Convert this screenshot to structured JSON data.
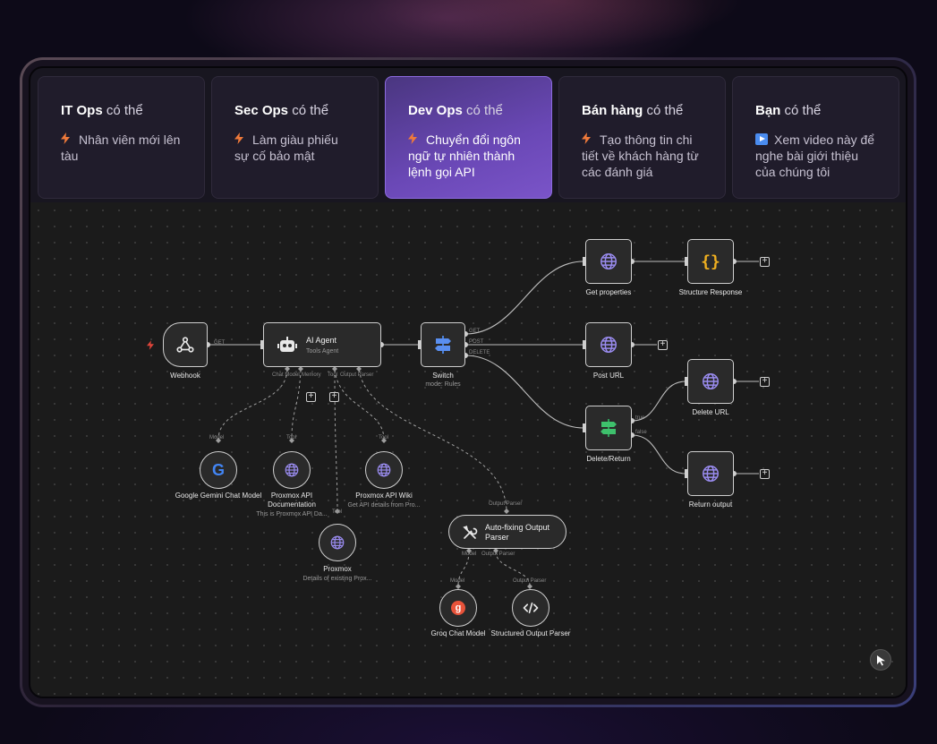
{
  "tabs": [
    {
      "title_bold": "IT Ops",
      "title_rest": " có thể",
      "icon": "lightning-icon",
      "desc": "Nhân viên mới lên tàu"
    },
    {
      "title_bold": "Sec Ops",
      "title_rest": " có thể",
      "icon": "lightning-icon",
      "desc": "Làm giàu phiếu sự cố bảo mật"
    },
    {
      "title_bold": "Dev Ops",
      "title_rest": " có thể",
      "icon": "lightning-icon",
      "desc": "Chuyển đổi ngôn ngữ tự nhiên thành lệnh gọi API"
    },
    {
      "title_bold": "Bán hàng",
      "title_rest": " có thể",
      "icon": "lightning-icon",
      "desc": "Tạo thông tin chi tiết về khách hàng từ các đánh giá"
    },
    {
      "title_bold": "Bạn",
      "title_rest": " có thể",
      "icon": "play-icon",
      "desc": "Xem video này để nghe bài giới thiệu của chúng tôi"
    }
  ],
  "active_tab": 2,
  "colors": {
    "accent": "#6a48b6",
    "node_border": "#cfcfcf",
    "lightning": "#f07a3a",
    "edge": "#bdbdbd"
  },
  "workflow": {
    "webhook": {
      "label": "Webhook",
      "port_out": "GET"
    },
    "ai_agent": {
      "title": "AI Agent",
      "subtitle": "Tools Agent",
      "ports": [
        "Chat Model",
        "Memory",
        "Tool",
        "Output Parser"
      ]
    },
    "switch": {
      "label": "Switch",
      "subtitle": "mode: Rules",
      "outputs": [
        "GET",
        "POST",
        "DELETE"
      ]
    },
    "get_properties": {
      "label": "Get properties"
    },
    "structure_response": {
      "label": "Structure Response"
    },
    "post_url": {
      "label": "Post URL"
    },
    "delete_return": {
      "label": "Delete/Return",
      "outputs": [
        "true",
        "false"
      ]
    },
    "delete_url": {
      "label": "Delete URL"
    },
    "return_output": {
      "label": "Return output"
    },
    "gemini": {
      "label": "Google Gemini Chat Model",
      "port": "Model"
    },
    "proxmox_doc": {
      "label": "Proxmox API Documentation",
      "subtitle": "This is Proxmox API Da...",
      "port": "Tool"
    },
    "proxmox_wiki": {
      "label": "Proxmox API Wiki",
      "subtitle": "Get API details from Pro...",
      "port": "Tool"
    },
    "proxmox": {
      "label": "Proxmox",
      "subtitle": "Details of existing Prox...",
      "port": "Tool"
    },
    "autofix": {
      "title": "Auto-fixing Output Parser",
      "port_in": "Output Parser",
      "ports": [
        "Model",
        "Output Parser"
      ]
    },
    "groq": {
      "label": "Groq Chat Model",
      "port": "Model"
    },
    "structured_parser": {
      "label": "Structured Output Parser",
      "port": "Output Parser"
    }
  }
}
